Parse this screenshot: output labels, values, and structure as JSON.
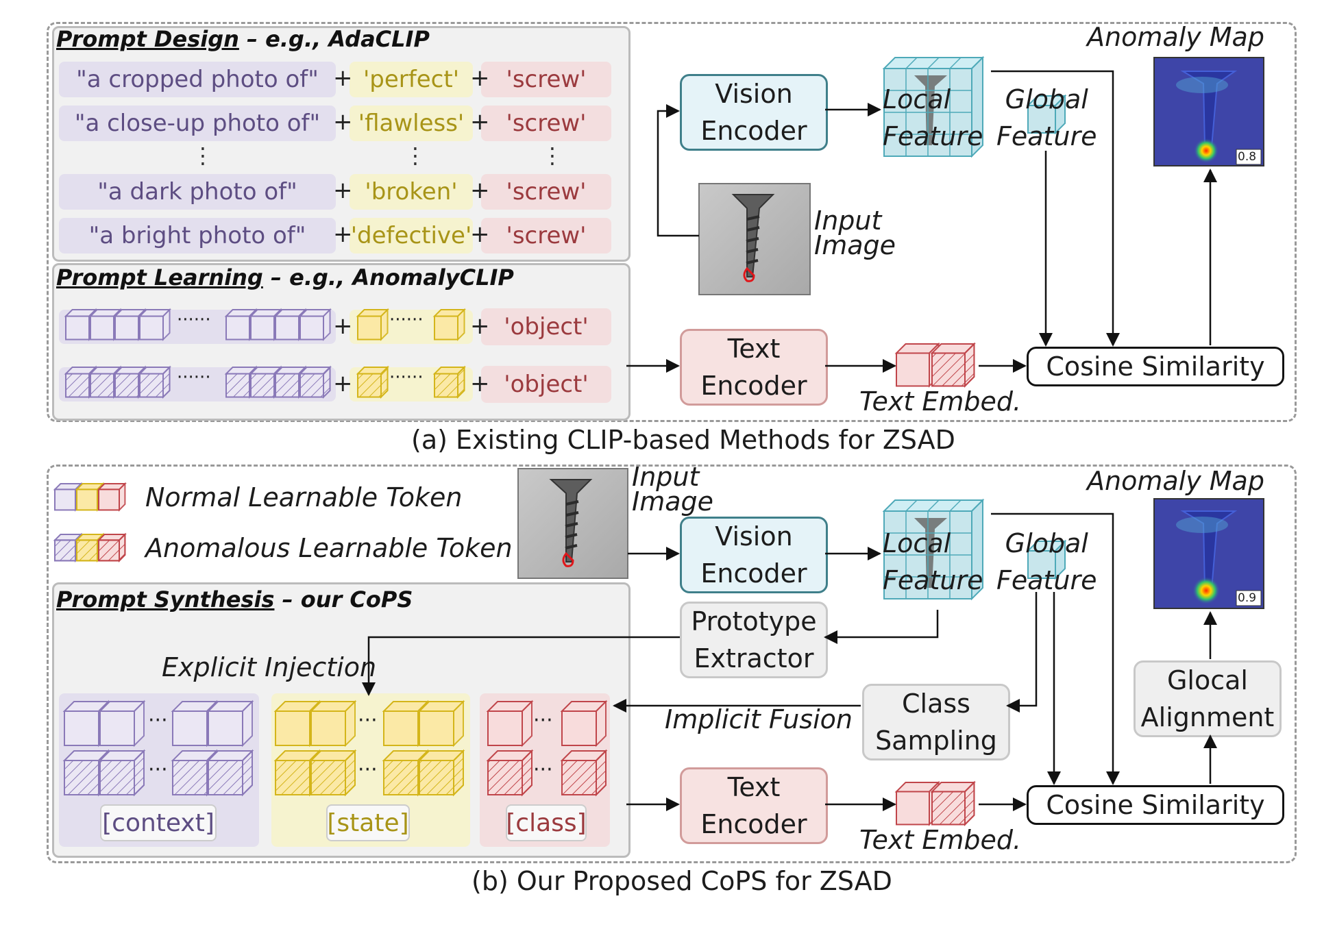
{
  "panel_a": {
    "caption": "(a) Existing CLIP-based Methods for ZSAD",
    "prompt_design": {
      "title_underlined": "Prompt Design",
      "title_rest": " – e.g., AdaCLIP",
      "rows": [
        {
          "context": "\"a cropped photo of\"",
          "state": "'perfect'",
          "class": "'screw'"
        },
        {
          "context": "\"a close-up photo of\"",
          "state": "'flawless'",
          "class": "'screw'"
        },
        {
          "context": "\"a dark photo of\"",
          "state": "'broken'",
          "class": "'screw'"
        },
        {
          "context": "\"a bright photo of\"",
          "state": "'defective'",
          "class": "'screw'"
        }
      ],
      "plus": "+",
      "vdots": "⋮"
    },
    "prompt_learning": {
      "title_underlined": "Prompt Learning",
      "title_rest": " – e.g., AnomalyCLIP",
      "dots": "······",
      "class_label": "'object'"
    },
    "vision_encoder": "Vision\nEncoder",
    "text_encoder": "Text\nEncoder",
    "local_feature": "Local\nFeature",
    "global_feature": "Global\nFeature",
    "input_image": "Input\nImage",
    "anomaly_map": "Anomaly Map",
    "anomaly_score": "0.8",
    "text_embed": "Text Embed.",
    "cosine": "Cosine Similarity"
  },
  "panel_b": {
    "caption": "(b) Our Proposed CoPS for ZSAD",
    "legend": {
      "normal": "Normal Learnable Token",
      "anomalous": "Anomalous Learnable Token"
    },
    "input_image": "Input\nImage",
    "vision_encoder": "Vision\nEncoder",
    "local_feature": "Local\nFeature",
    "global_feature": "Global\nFeature",
    "anomaly_map": "Anomaly Map",
    "anomaly_score": "0.9",
    "prompt_synthesis": {
      "title_underlined": "Prompt Synthesis",
      "title_rest": " – our CoPS"
    },
    "prototype_extractor": "Prototype\nExtractor",
    "explicit_injection": "Explicit Injection",
    "implicit_fusion": "Implicit Fusion",
    "class_sampling": "Class\nSampling",
    "glocal_alignment": "Glocal\nAlignment",
    "tags": {
      "context": "[context]",
      "state": "[state]",
      "class": "[class]"
    },
    "dots": "···",
    "text_encoder": "Text\nEncoder",
    "text_embed": "Text Embed.",
    "cosine": "Cosine Similarity"
  },
  "colors": {
    "context": "#8a79b8",
    "state": "#d4b51a",
    "class": "#c0454a",
    "vision_border": "#3f7f8a",
    "text_border": "#d19b9a"
  }
}
